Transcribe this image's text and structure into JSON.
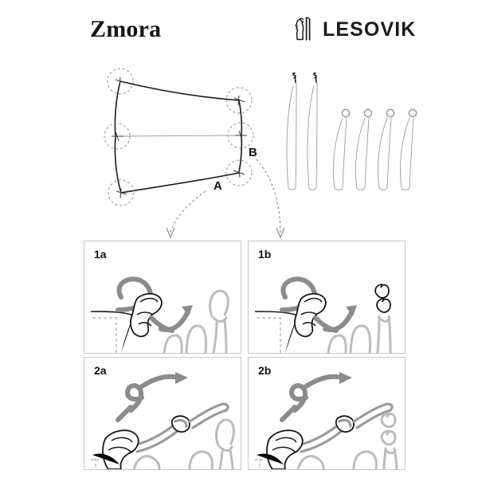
{
  "document": {
    "product_title": "Zmora",
    "brand_name": "LESOVIK",
    "brand_icon": "hiker-figure-icon",
    "background_color": "#ffffff",
    "ink_color": "#1a1a1a",
    "rope_gray": "#8c8c8c",
    "panel_border_color": "#c8c8c8"
  },
  "hero": {
    "name": "tarp-overview-illustration",
    "tarp": {
      "name": "curved-rectangular-tarp",
      "attachment_points": 6,
      "corner_points": 4,
      "mid_side_points": 2,
      "marker_style": "dashed-circle-with-star"
    },
    "callouts": [
      {
        "label": "A",
        "target_panel": "1a",
        "arrow": "dashed-curved-arrow-down"
      },
      {
        "label": "B",
        "target_panel": "1b",
        "arrow": "dashed-curved-arrow-down"
      }
    ],
    "guylines": {
      "hooked": {
        "count": 2,
        "end_type": "s-hook",
        "label_group": "guylines-with-hooks"
      },
      "looped": {
        "count": 4,
        "end_type": "loop",
        "label_group": "guylines-with-loops"
      }
    }
  },
  "panels": [
    {
      "id": "1a",
      "label": "1a",
      "name": "step-1a-panel",
      "variant": "loop-end",
      "content": "girth hitch threaded through tarp attachment loop, thick gray cord, arrow showing pull direction, loop-ended guyline at right"
    },
    {
      "id": "1b",
      "label": "1b",
      "name": "step-1b-panel",
      "variant": "hook-end",
      "content": "girth hitch threaded through tarp attachment loop, thick gray cord, arrow showing pull direction, s-hook-ended guyline at right"
    },
    {
      "id": "2a",
      "label": "2a",
      "name": "step-2a-panel",
      "variant": "loop-end",
      "content": "completed girth hitch at tarp corner, guyline running out with stopper knot, detail of knot above with arrow, loop-ended guyline at right"
    },
    {
      "id": "2b",
      "label": "2b",
      "name": "step-2b-panel",
      "variant": "hook-end",
      "content": "completed girth hitch at tarp corner, guyline running out with stopper knot, detail of knot above with arrow, s-hook-ended guyline at right"
    }
  ]
}
